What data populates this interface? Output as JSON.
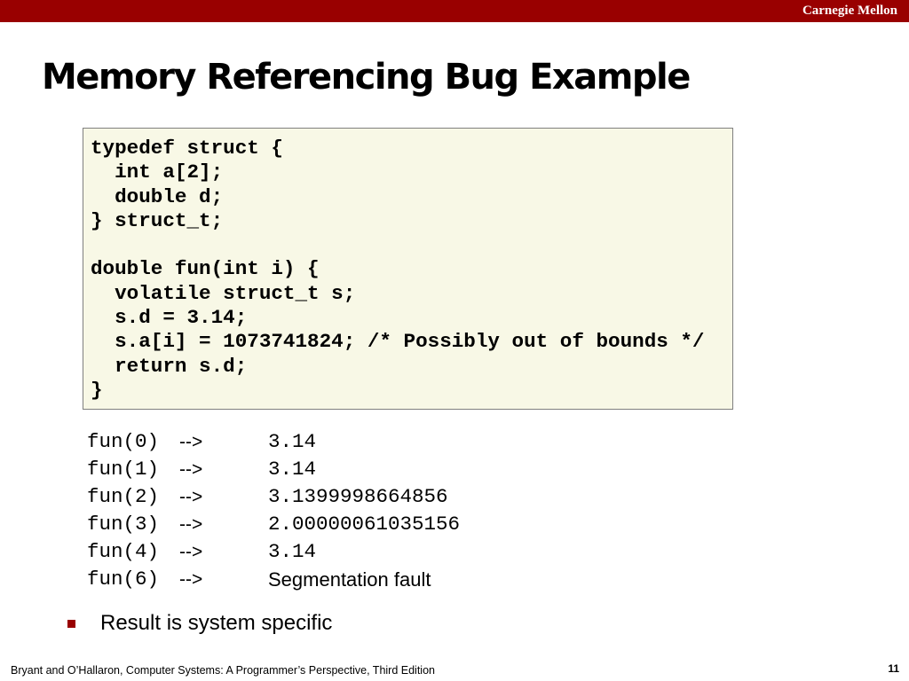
{
  "header": {
    "org": "Carnegie Mellon"
  },
  "slide": {
    "title": "Memory Referencing Bug Example"
  },
  "code": {
    "lines": [
      "typedef struct {",
      "  int a[2];",
      "  double d;",
      "} struct_t;",
      "",
      "double fun(int i) {",
      "  volatile struct_t s;",
      "  s.d = 3.14;",
      "  s.a[i] = 1073741824; /* Possibly out of bounds */",
      "  return s.d;",
      "}"
    ]
  },
  "results": [
    {
      "call": "fun(0)",
      "arrow": "-->",
      "value": "3.14"
    },
    {
      "call": "fun(1)",
      "arrow": "-->",
      "value": "3.14"
    },
    {
      "call": "fun(2)",
      "arrow": "-->",
      "value": "3.1399998664856"
    },
    {
      "call": "fun(3)",
      "arrow": "-->",
      "value": "2.00000061035156"
    },
    {
      "call": "fun(4)",
      "arrow": "-->",
      "value": "3.14"
    },
    {
      "call": "fun(6)",
      "arrow": "-->",
      "value": "Segmentation fault"
    }
  ],
  "bullets": [
    "Result is system specific"
  ],
  "footer": {
    "citation": "Bryant and O’Hallaron, Computer Systems: A Programmer’s Perspective, Third Edition",
    "page": "11"
  },
  "colors": {
    "brand": "#990000",
    "code_bg": "#f8f8e6"
  }
}
